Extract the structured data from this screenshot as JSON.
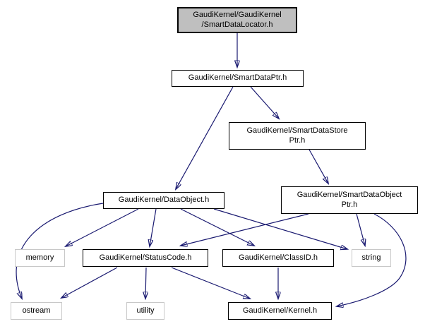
{
  "diagram": {
    "kind": "include-dependency-graph",
    "background_color": "#ffffff",
    "edge_color": "#191970",
    "current_node_fill": "#bfbfbf",
    "nodes": [
      {
        "id": "smartdatalocator",
        "label": "GaudiKernel/GaudiKernel\n/SmartDataLocator.h",
        "type": "current"
      },
      {
        "id": "smartdataptr",
        "label": "GaudiKernel/SmartDataPtr.h",
        "type": "header"
      },
      {
        "id": "smartdatastoreptr",
        "label": "GaudiKernel/SmartDataStore\nPtr.h",
        "type": "header"
      },
      {
        "id": "dataobject",
        "label": "GaudiKernel/DataObject.h",
        "type": "header"
      },
      {
        "id": "smartdataobjectptr",
        "label": "GaudiKernel/SmartDataObject\nPtr.h",
        "type": "header"
      },
      {
        "id": "memory",
        "label": "memory",
        "type": "system"
      },
      {
        "id": "statuscode",
        "label": "GaudiKernel/StatusCode.h",
        "type": "header"
      },
      {
        "id": "classid",
        "label": "GaudiKernel/ClassID.h",
        "type": "header"
      },
      {
        "id": "string",
        "label": "string",
        "type": "system"
      },
      {
        "id": "ostream",
        "label": "ostream",
        "type": "system"
      },
      {
        "id": "utility",
        "label": "utility",
        "type": "system"
      },
      {
        "id": "kernel",
        "label": "GaudiKernel/Kernel.h",
        "type": "header"
      }
    ],
    "edges": [
      {
        "from": "smartdatalocator",
        "to": "smartdataptr"
      },
      {
        "from": "smartdataptr",
        "to": "dataobject"
      },
      {
        "from": "smartdataptr",
        "to": "smartdatastoreptr"
      },
      {
        "from": "smartdatastoreptr",
        "to": "smartdataobjectptr"
      },
      {
        "from": "dataobject",
        "to": "memory"
      },
      {
        "from": "dataobject",
        "to": "ostream"
      },
      {
        "from": "dataobject",
        "to": "statuscode"
      },
      {
        "from": "dataobject",
        "to": "classid"
      },
      {
        "from": "dataobject",
        "to": "string"
      },
      {
        "from": "smartdataobjectptr",
        "to": "statuscode"
      },
      {
        "from": "smartdataobjectptr",
        "to": "string"
      },
      {
        "from": "smartdataobjectptr",
        "to": "kernel"
      },
      {
        "from": "statuscode",
        "to": "ostream"
      },
      {
        "from": "statuscode",
        "to": "utility"
      },
      {
        "from": "statuscode",
        "to": "kernel"
      },
      {
        "from": "classid",
        "to": "kernel"
      }
    ]
  }
}
